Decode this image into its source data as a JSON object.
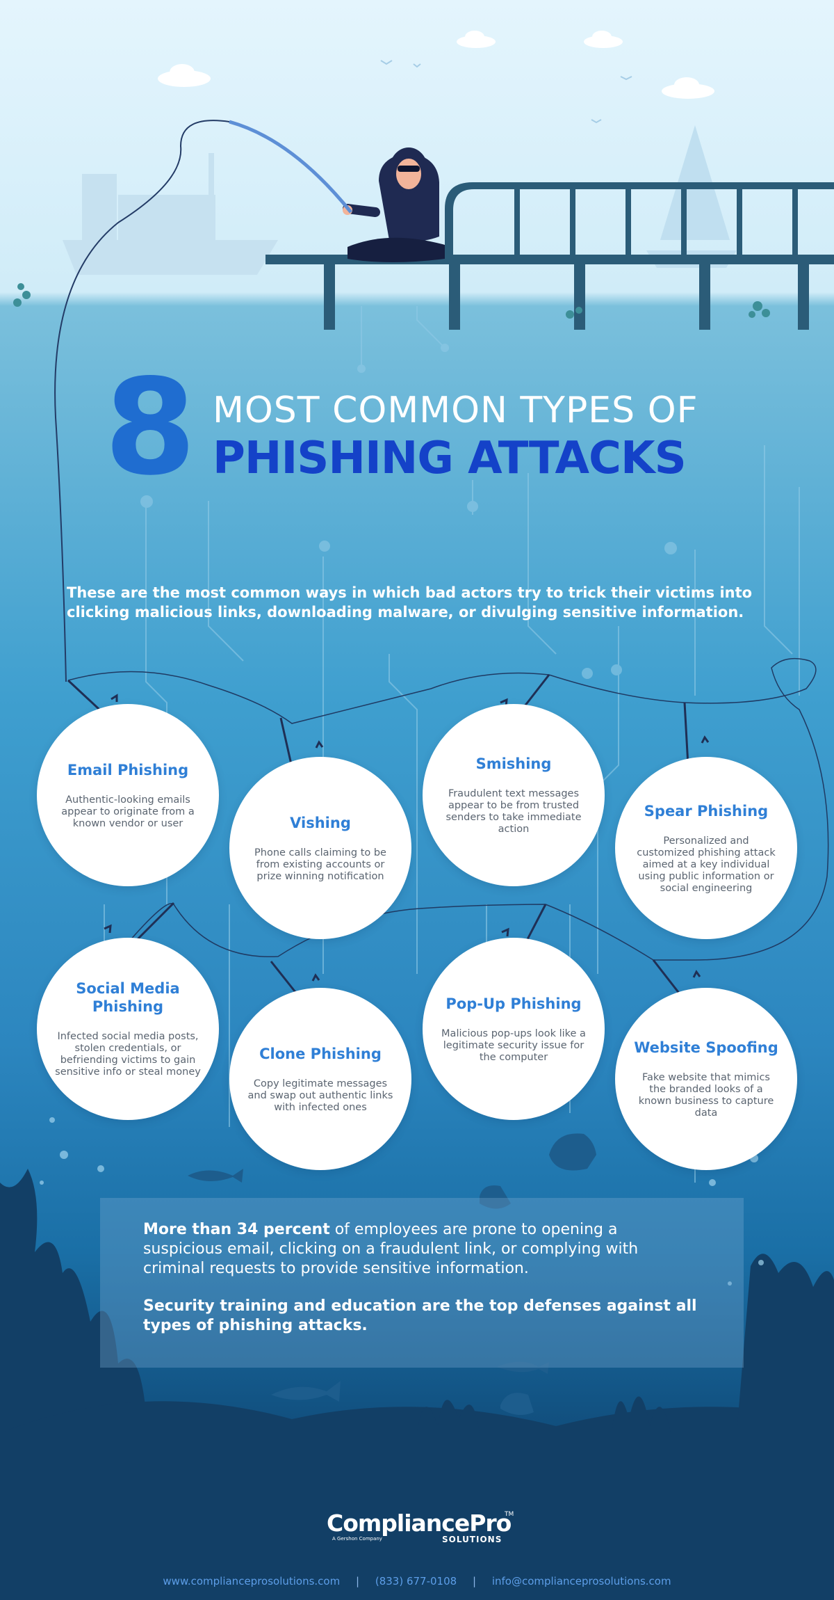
{
  "header": {
    "number": "8",
    "title_line1": "MOST COMMON TYPES OF",
    "title_line2": "PHISHING ATTACKS"
  },
  "intro": "These are the most common ways in which bad actors try to trick their victims into clicking malicious links, downloading malware, or divulging sensitive information.",
  "attacks": [
    {
      "title": "Email Phishing",
      "desc": "Authentic-looking emails appear to originate from a known vendor or user"
    },
    {
      "title": "Vishing",
      "desc": "Phone calls claiming to be from existing accounts or prize winning notification"
    },
    {
      "title": "Smishing",
      "desc": "Fraudulent text messages appear to be from trusted senders to take immediate action"
    },
    {
      "title": "Spear Phishing",
      "desc": "Personalized and customized phishing attack aimed at a key individual using public information or social engineering"
    },
    {
      "title": "Social Media Phishing",
      "desc": "Infected social media posts, stolen credentials, or befriending victims to gain sensitive info or steal money"
    },
    {
      "title": "Clone Phishing",
      "desc": "Copy legitimate messages and swap out authentic links with infected ones"
    },
    {
      "title": "Pop-Up Phishing",
      "desc": "Malicious pop-ups look like a legitimate security issue for the computer"
    },
    {
      "title": "Website Spoofing",
      "desc": "Fake website that mimics the branded looks of a known business to capture data"
    }
  ],
  "stat": {
    "highlight": "More than 34 percent",
    "rest": " of employees are prone to opening a suspicious email, clicking on a fraudulent link, or complying with criminal requests to provide sensitive information.",
    "conclusion": "Security training and education are the top defenses against all types of phishing attacks."
  },
  "logo": {
    "name": "CompliancePro",
    "trademark": "TM",
    "tagline": "A Gershon Company",
    "sub": "SOLUTIONS"
  },
  "footer": {
    "website": "www.complianceprosolutions.com",
    "phone": "(833) 677-0108",
    "email": "info@complianceprosolutions.com",
    "separator": "|"
  },
  "colors": {
    "title_blue": "#1442c8",
    "card_title": "#2f7fd6",
    "number_blue": "#1f6dd0",
    "footer_link": "#5d9ee8"
  }
}
